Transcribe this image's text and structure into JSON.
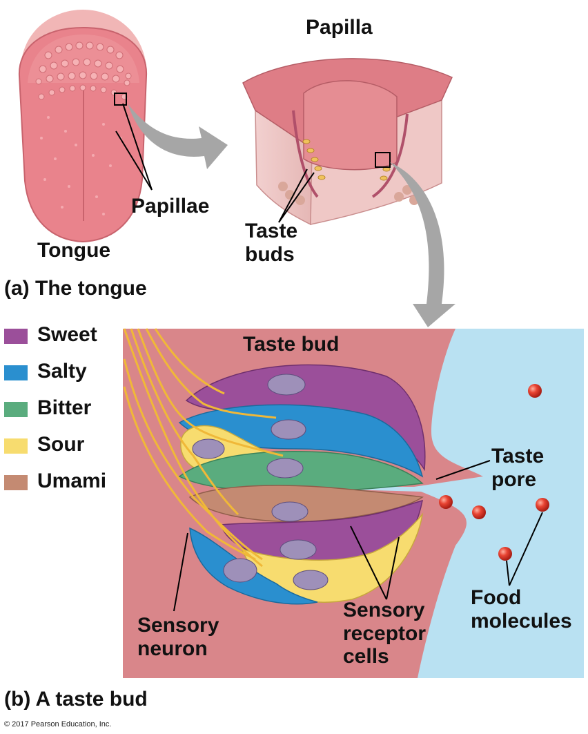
{
  "labels": {
    "papilla": "Papilla",
    "papillae": "Papillae",
    "tongue": "Tongue",
    "taste_buds_line1": "Taste",
    "taste_buds_line2": "buds",
    "section_a": "(a) The tongue",
    "taste_bud": "Taste bud",
    "taste_pore_line1": "Taste",
    "taste_pore_line2": "pore",
    "food_line1": "Food",
    "food_line2": "molecules",
    "sensory_receptor_line1": "Sensory",
    "sensory_receptor_line2": "receptor",
    "sensory_receptor_line3": "cells",
    "sensory_neuron_line1": "Sensory",
    "sensory_neuron_line2": "neuron",
    "section_b": "(b) A taste bud",
    "copyright": "© 2017 Pearson Education, Inc."
  },
  "legend": [
    {
      "label": "Sweet",
      "color": "#9b4f9a"
    },
    {
      "label": "Salty",
      "color": "#2a8fcf"
    },
    {
      "label": "Bitter",
      "color": "#5aac7e"
    },
    {
      "label": "Sour",
      "color": "#f7dc6f"
    },
    {
      "label": "Umami",
      "color": "#c48a72"
    }
  ],
  "colors": {
    "tissue": "#d9868a",
    "fluid": "#b9e1f2",
    "tongue": "#e9838c",
    "nerve": "#f0b838",
    "arrow": "#a6a6a6",
    "molecule": "#e33a2e"
  }
}
